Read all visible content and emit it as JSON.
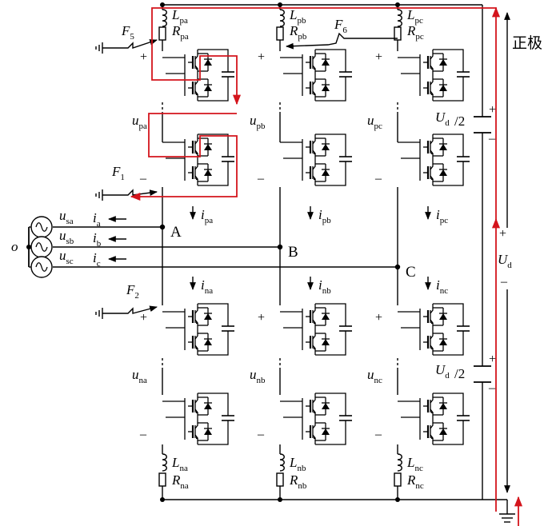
{
  "phases": [
    {
      "key": "a",
      "upper": {
        "L": "pa",
        "R": "pa",
        "u": "pa",
        "i": "pa"
      },
      "lower": {
        "L": "na",
        "R": "na",
        "u": "na",
        "i": "na"
      },
      "node": "A",
      "src": "sa",
      "line": "a"
    },
    {
      "key": "b",
      "upper": {
        "L": "pb",
        "R": "pb",
        "u": "pb",
        "i": "pb"
      },
      "lower": {
        "L": "nb",
        "R": "nb",
        "u": "nb",
        "i": "nb"
      },
      "node": "B",
      "src": "sb",
      "line": "b"
    },
    {
      "key": "c",
      "upper": {
        "L": "pc",
        "R": "pc",
        "u": "pc",
        "i": "pc"
      },
      "lower": {
        "L": "nc",
        "R": "nc",
        "u": "nc",
        "i": "nc"
      },
      "node": "C",
      "src": "sc",
      "line": "c"
    }
  ],
  "symbols": {
    "L": "L",
    "R": "R",
    "u": "u",
    "i": "i",
    "U": "U",
    "F": "F",
    "d": "d"
  },
  "faults": [
    "5",
    "6",
    "1",
    "2"
  ],
  "neutral": "o",
  "half_dc": "/2",
  "dc_label_cn": "正极",
  "plus": "+",
  "minus": "–",
  "colors": {
    "circuit": "#000000",
    "fault_path": "#d4141c"
  }
}
